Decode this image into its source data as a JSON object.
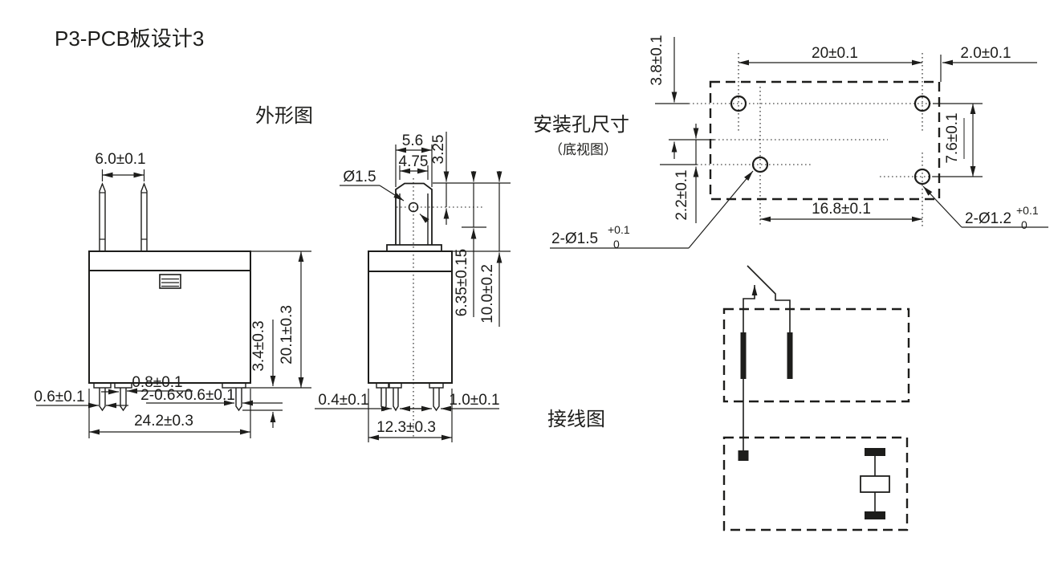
{
  "page": {
    "title": "P3-PCB板设计3",
    "ink_color": "#1d1d1b",
    "background_color": "#ffffff"
  },
  "outline_view": {
    "label": "外形图",
    "front": {
      "pin_pitch": "6.0±0.1",
      "pin_width_left": "0.6±0.1",
      "pin_width_mid": "0.8±0.1",
      "pin_cross_section": "2-0.6×0.6±0.1",
      "body_width": "24.2±0.3",
      "standoff_height": "3.4±0.3",
      "body_height": "20.1±0.3"
    },
    "side": {
      "tab_width": "5.6",
      "tab_inner_width": "4.75",
      "tab_hole_dia": "Ø1.5",
      "hole_from_tab_top": "3.25",
      "hole_to_body": "6.35±0.15",
      "tab_height": "10.0±0.2",
      "pin_thickness": "0.4±0.1",
      "pin_width": "1.0±0.1",
      "body_depth": "12.3±0.3"
    }
  },
  "mounting_view": {
    "label": "安装孔尺寸",
    "sublabel": "（底视图）",
    "dims": {
      "hole_pitch_top": "20±0.1",
      "edge_offset": "2.0±0.1",
      "row_offset_top": "3.8±0.1",
      "row_offset_mid": "2.2±0.1",
      "hole_pitch_bottom": "16.8±0.1",
      "hole_pitch_right": "7.6±0.1",
      "coil_holes": {
        "label": "2-Ø1.5",
        "tol_upper": "+0.1",
        "tol_lower": "0"
      },
      "contact_holes": {
        "label": "2-Ø1.2",
        "tol_upper": "+0.1",
        "tol_lower": "0"
      }
    }
  },
  "wiring_view": {
    "label": "接线图"
  }
}
